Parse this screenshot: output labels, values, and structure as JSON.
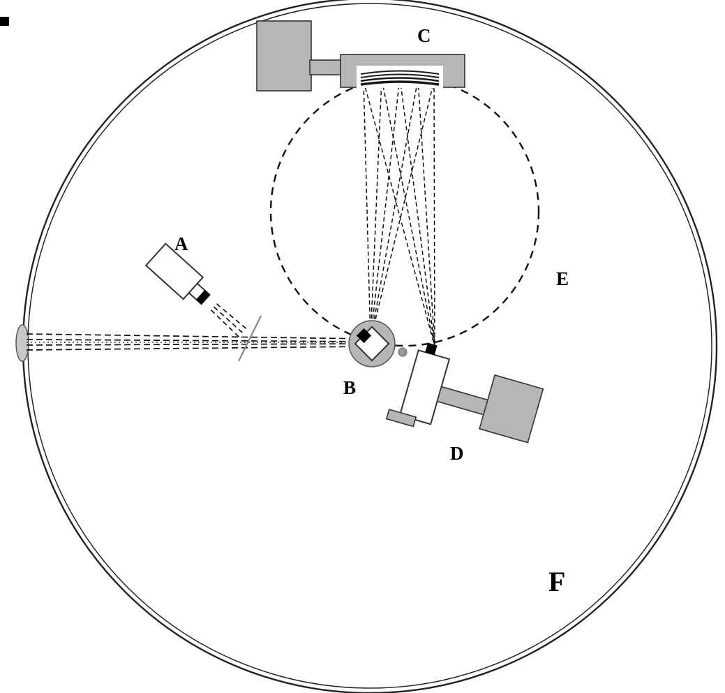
{
  "figure": {
    "type": "spectrometer-schematic-diagram",
    "labels": {
      "A": "A",
      "B": "B",
      "C": "C",
      "D": "D",
      "E": "E",
      "F": "F"
    },
    "colors": {
      "line": "#1a1a1a",
      "gray_fill": "#b6b6b6",
      "gray_light": "#c8c8c8",
      "gray_mid": "#999999",
      "white": "#ffffff",
      "black": "#000000",
      "background": "#ffffff"
    }
  }
}
